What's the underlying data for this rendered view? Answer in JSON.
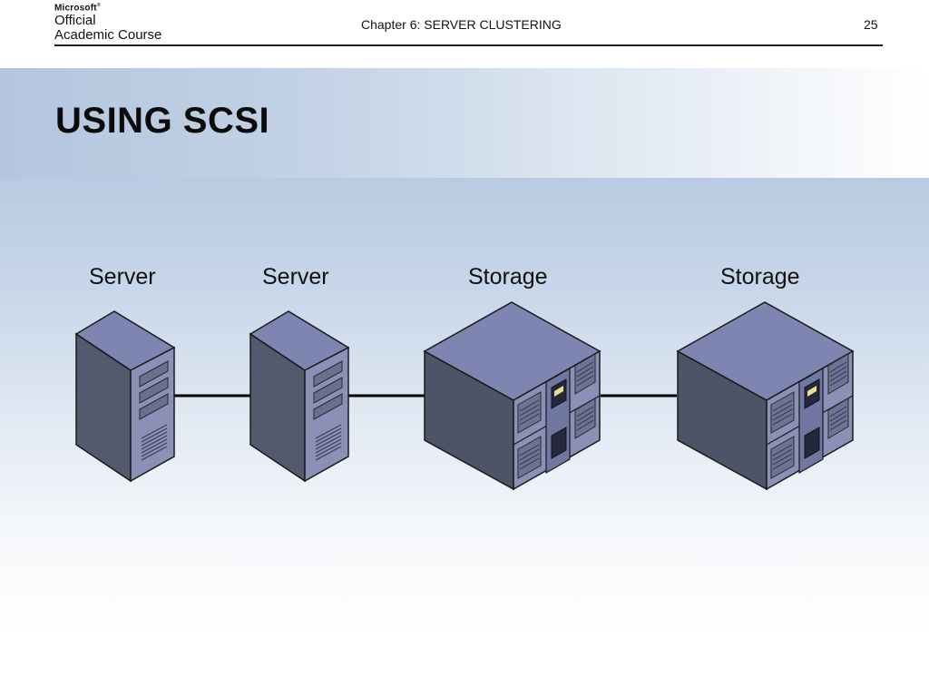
{
  "header": {
    "logo_line1": "Microsoft",
    "logo_line2": "Official",
    "logo_line3": "Academic Course",
    "chapter": "Chapter 6: SERVER CLUSTERING",
    "page_number": "25"
  },
  "slide": {
    "title": "USING SCSI"
  },
  "diagram": {
    "nodes": [
      {
        "label": "Server",
        "type": "server"
      },
      {
        "label": "Server",
        "type": "server"
      },
      {
        "label": "Storage",
        "type": "storage"
      },
      {
        "label": "Storage",
        "type": "storage"
      }
    ]
  },
  "colors": {
    "device_front": "#8a90b6",
    "device_side": "#545a6e",
    "device_top": "#7d85b0",
    "connector": "#000000"
  }
}
